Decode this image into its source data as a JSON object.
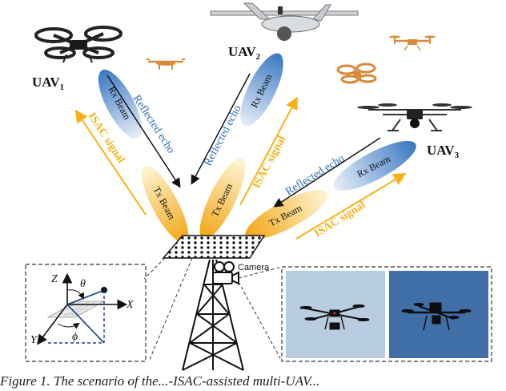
{
  "uavs": [
    {
      "name": "UAV",
      "sub": "1"
    },
    {
      "name": "UAV",
      "sub": "2"
    },
    {
      "name": "UAV",
      "sub": "3"
    }
  ],
  "beams": {
    "rx": "Rx Beam",
    "tx": "Tx Beam"
  },
  "signals": {
    "echo": "Reflected echo",
    "isac": "ISAC signal"
  },
  "camera_label": "Camera",
  "axes": {
    "z": "Z",
    "x": "X",
    "y": "Y",
    "theta": "θ",
    "phi": "ϕ"
  },
  "caption": "Figure 1. The scenario of the...-ISAC-assisted multi-UAV...",
  "colors": {
    "rx_beam": "#4a86c8",
    "tx_beam": "#f5b318",
    "echo_arrow": "#111111",
    "isac_arrow": "#f5b318",
    "drone_orange": "#d98a3a",
    "photo_sky_left": "#b9cde0",
    "photo_sky_right": "#3f6fa6"
  }
}
